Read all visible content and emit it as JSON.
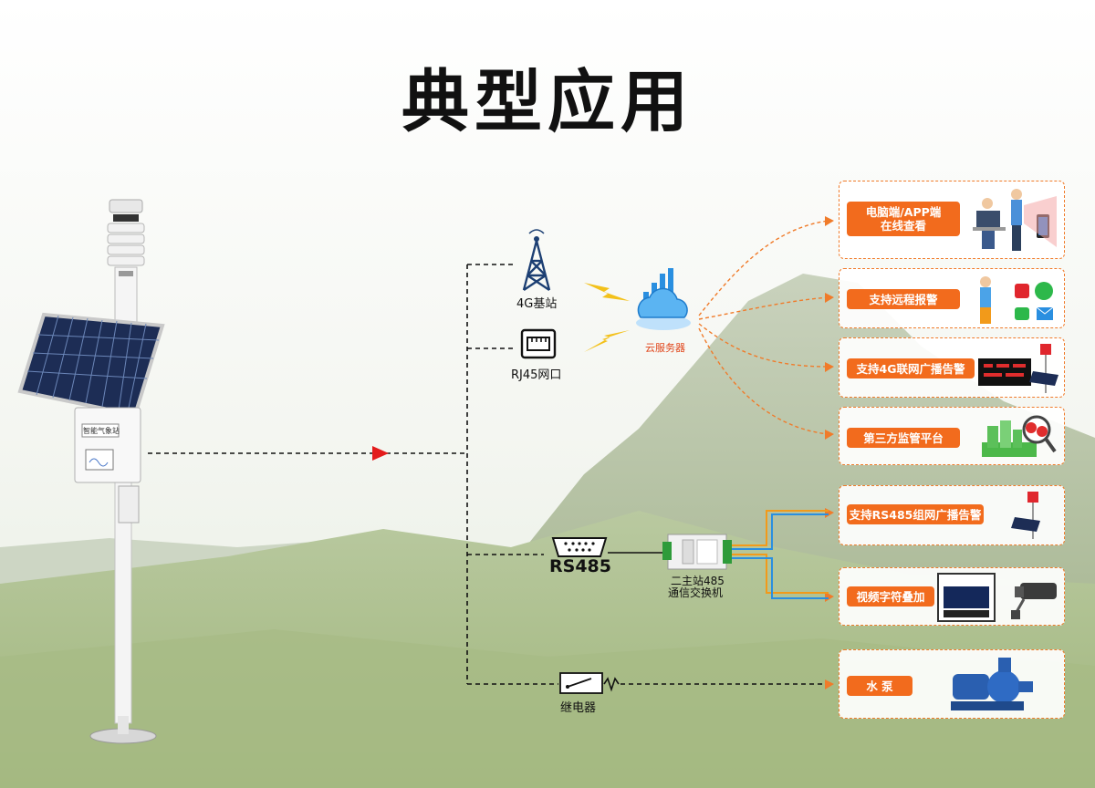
{
  "title": "典型应用",
  "labels": {
    "tower": "4G基站",
    "rj45": "RJ45网口",
    "cloud": "云服务器",
    "rs485": "RS485",
    "switch_line1": "二主站485",
    "switch_line2": "通信交换机",
    "relay": "继电器",
    "box_sign": "智能气象站"
  },
  "outputs": [
    {
      "lines": [
        "电脑端/APP端",
        "在线查看"
      ]
    },
    {
      "lines": [
        "支持远程报警"
      ]
    },
    {
      "lines": [
        "支持4G联网广播告警"
      ]
    },
    {
      "lines": [
        "第三方监管平台"
      ]
    },
    {
      "lines": [
        "支持RS485组网广播告警"
      ]
    },
    {
      "lines": [
        "视频字符叠加"
      ]
    },
    {
      "lines": [
        "水 泵"
      ]
    }
  ],
  "colors": {
    "accent": "#f26b1d",
    "dash": "#f07b2a",
    "cloud": "#2a8fe0",
    "line_blue": "#2a8fe0",
    "line_orange": "#f29a1a"
  }
}
